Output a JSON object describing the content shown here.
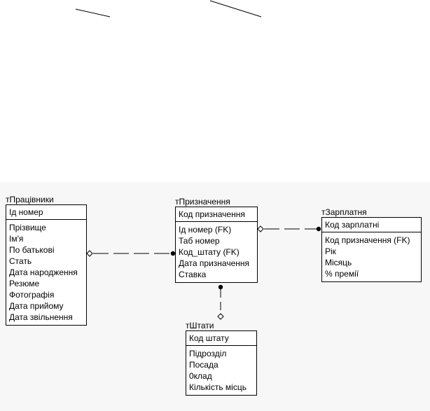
{
  "colors": {
    "line": "#000000",
    "box_fill": "#ffffff",
    "canvas_bg": "#f7f7f7"
  },
  "entities": [
    {
      "id": "tpracivnyky",
      "title": "тПрацівники",
      "pk": "Ід номер",
      "attributes": [
        "Прізвище",
        "Ім'я",
        "По батькові",
        "Стать",
        "Дата народження",
        "Резюме",
        "Фотографія",
        "Дата прийому",
        "Дата звільнення"
      ]
    },
    {
      "id": "tpryznachennia",
      "title": "тПризначення",
      "pk": "Код призначення",
      "attributes": [
        "Ід номер (FK)",
        "Таб номер",
        "Код_штату (FK)",
        "Дата призначення",
        "Ставка"
      ]
    },
    {
      "id": "tzarplatnia",
      "title": "тЗарплатня",
      "pk": "Код зарплатні",
      "attributes": [
        "Код призначення (FK)",
        "Рік",
        "Місяць",
        "%  премії"
      ]
    },
    {
      "id": "tshtaty",
      "title": "тШтати",
      "pk": "Код штату",
      "attributes": [
        "Підрозділ",
        "Посада",
        "0клад",
        "Кількість місць"
      ]
    }
  ],
  "relationships": [
    {
      "from": "tpracivnyky",
      "to": "tpryznachennia",
      "line": "dashed"
    },
    {
      "from": "tpryznachennia",
      "to": "tzarplatnia",
      "line": "dashed"
    },
    {
      "from": "tshtaty",
      "to": "tpryznachennia",
      "line": "dashed"
    }
  ]
}
